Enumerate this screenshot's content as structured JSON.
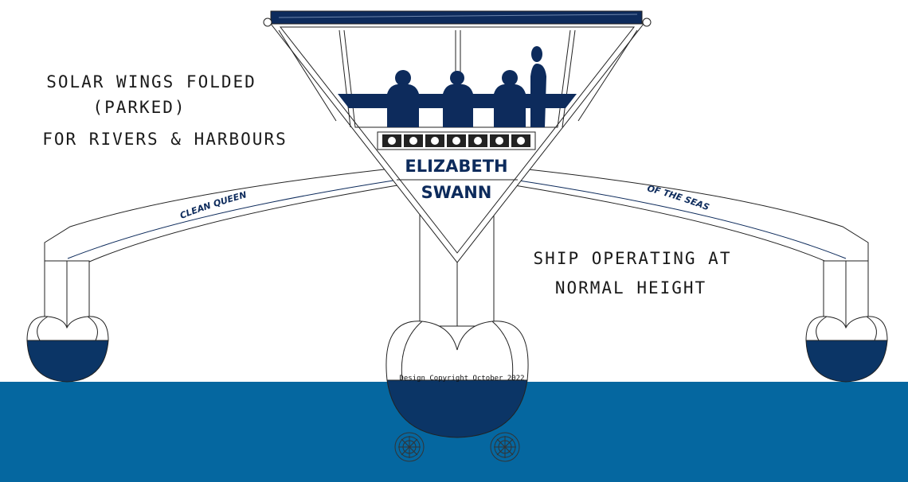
{
  "captions": {
    "left_line1": "SOLAR WINGS FOLDED",
    "left_line2": "(PARKED)",
    "left_line3": "FOR RIVERS & HARBOURS",
    "right_line1": "SHIP OPERATING AT",
    "right_line2": "NORMAL HEIGHT"
  },
  "ship_name": {
    "line1": "ELIZABETH",
    "line2": "SWANN"
  },
  "arm_text": {
    "left": "CLEAN QUEEN",
    "right": "OF THE SEAS"
  },
  "copyright": "Design Copyright October 2022",
  "colors": {
    "navy": "#0d2b5c",
    "sea": "#0567a0",
    "hull_dark": "#0b3566",
    "outline": "#222222"
  }
}
